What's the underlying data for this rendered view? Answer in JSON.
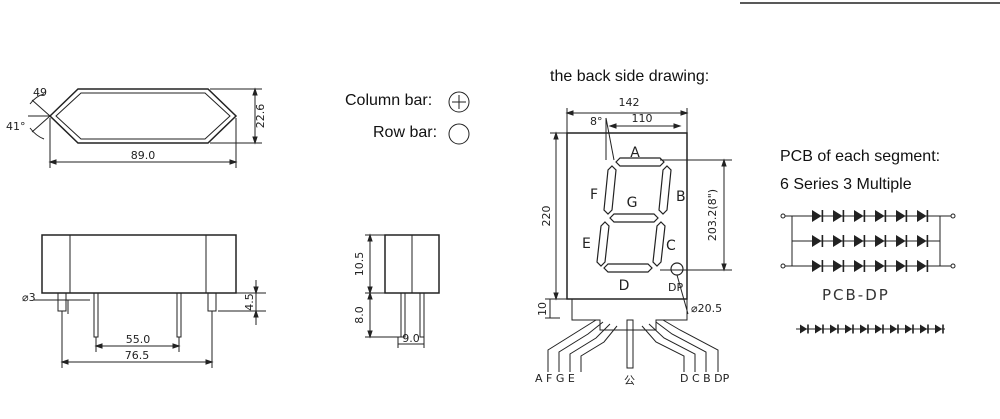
{
  "top_view": {
    "angle_top": "49",
    "angle_left": "41°",
    "height": "22.6",
    "width": "89.0"
  },
  "side_view": {
    "pin_diameter": "⌀3",
    "pin_length": "4.5",
    "pin_spacing_inner": "55.0",
    "pin_spacing_outer": "76.5"
  },
  "end_view": {
    "height_top": "10.5",
    "height_bottom": "8.0",
    "width": "9.0"
  },
  "legend": {
    "column_bar": "Column bar:",
    "row_bar": "Row bar:"
  },
  "back_view": {
    "title": "the back side drawing:",
    "width": "142",
    "angle": "8°",
    "segment_width": "110",
    "height": "220",
    "digit_height": "203.2(8\")",
    "base": "10",
    "dp_diameter": "⌀20.5",
    "segments": {
      "a": "A",
      "b": "B",
      "c": "C",
      "d": "D",
      "e": "E",
      "f": "F",
      "g": "G",
      "dp": "DP"
    },
    "pins_left": "A F G E",
    "pin_common": "公",
    "pins_right": "D C B DP"
  },
  "pcb": {
    "title": "PCB of each segment:",
    "config": "6 Series 3 Multiple",
    "dp_label": "PCB-DP"
  }
}
